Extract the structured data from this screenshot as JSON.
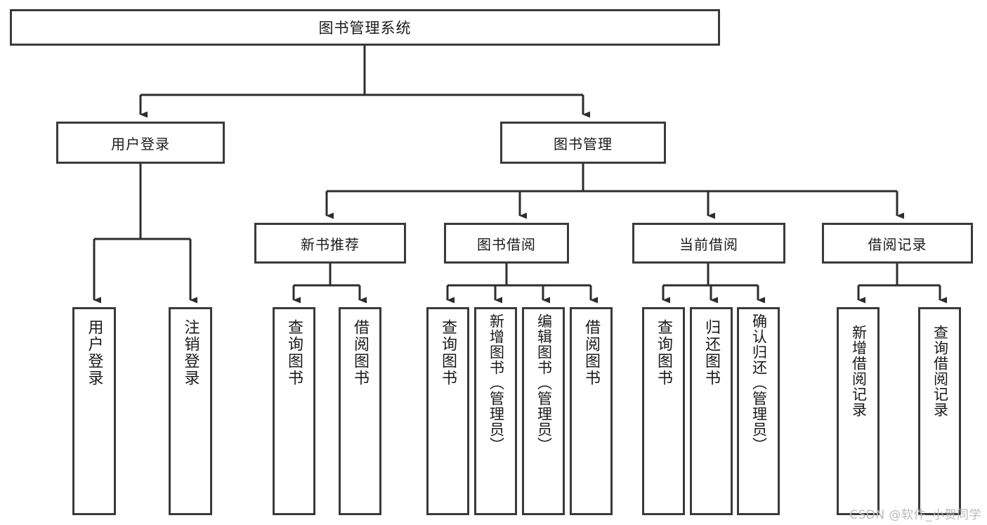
{
  "diagram": {
    "title": "图书管理系统",
    "type": "tree",
    "watermark": "CSDN @软件_小贺同学",
    "colors": {
      "box_border": "#3a3a3a",
      "box_fill": "#ffffff",
      "edge": "#2d2d2d",
      "text": "#1a1a1a",
      "watermark": "#b9b9b9"
    },
    "root": {
      "label": "图书管理系统"
    },
    "level1": [
      {
        "label": "用户登录"
      },
      {
        "label": "图书管理"
      }
    ],
    "level2": [
      {
        "label": "新书推荐"
      },
      {
        "label": "图书借阅"
      },
      {
        "label": "当前借阅"
      },
      {
        "label": "借阅记录"
      }
    ],
    "leaves": {
      "user_login": [
        {
          "label": "用户登录"
        },
        {
          "label": "注销登录"
        }
      ],
      "new_book": [
        {
          "label": "查询图书"
        },
        {
          "label": "借阅图书"
        }
      ],
      "borrow": [
        {
          "label": "查询图书"
        },
        {
          "label": "新增图书（管理员）"
        },
        {
          "label": "编辑图书（管理员）"
        },
        {
          "label": "借阅图书"
        }
      ],
      "current": [
        {
          "label": "查询图书"
        },
        {
          "label": "归还图书"
        },
        {
          "label": "确认归还（管理员）"
        }
      ],
      "record": [
        {
          "label": "新增借阅记录"
        },
        {
          "label": "查询借阅记录"
        }
      ]
    }
  }
}
